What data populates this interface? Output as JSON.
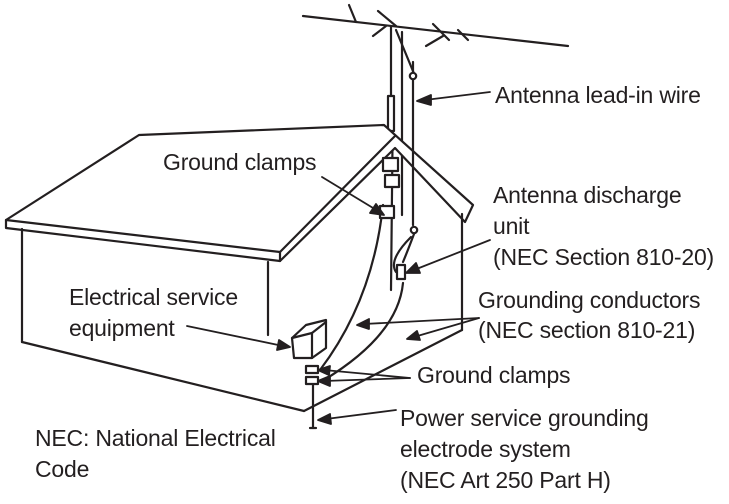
{
  "diagram": {
    "labels": {
      "antenna_lead_in": "Antenna lead-in wire",
      "ground_clamps_top": "Ground clamps",
      "discharge_unit": [
        "Antenna discharge",
        "unit",
        "(NEC Section 810-20)"
      ],
      "electrical_service": [
        "Electrical service",
        "equipment"
      ],
      "grounding_conductors": [
        "Grounding conductors",
        "(NEC section 810-21)"
      ],
      "ground_clamps_bottom": "Ground clamps",
      "power_service": [
        "Power service grounding",
        "electrode system",
        "(NEC Art 250 Part H)"
      ],
      "nec_note": [
        "NEC: National Electrical",
        "Code"
      ]
    },
    "colors": {
      "line": "#231f20",
      "background": "#ffffff"
    }
  }
}
